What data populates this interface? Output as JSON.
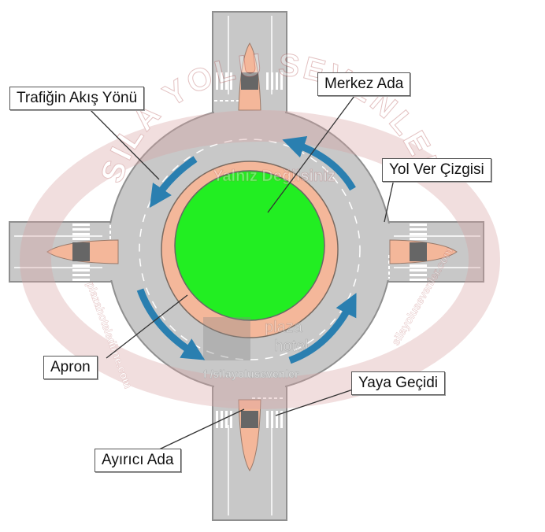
{
  "labels": {
    "traffic_flow": "Trafiğin Akış Yönü",
    "central_island": "Merkez Ada",
    "yield_line": "Yol Ver Çizgisi",
    "apron": "Apron",
    "pedestrian_crossing": "Yaya Geçidi",
    "splitter_island": "Ayırıcı Ada"
  },
  "watermark": {
    "arc_text": "SILA YOLU SEVENLER",
    "tagline": "Yalnız Değilsiniz",
    "side_left": "plazahoteledirne.com",
    "side_right": "silayolusevenler.com",
    "hotel_line1": "plaza",
    "hotel_line2": "hotel",
    "social": "/silayolusevenler"
  },
  "colors": {
    "road": "#c8c8c8",
    "road_edge": "#8f8f8f",
    "central_island": "#22ee22",
    "apron": "#f4b79a",
    "splitter_island": "#f4b79a",
    "arrow": "#2a7fb0",
    "watermark": "#e8c7c7"
  }
}
